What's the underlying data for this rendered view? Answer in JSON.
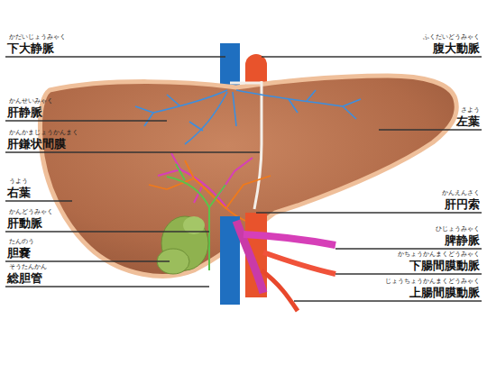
{
  "diagram": {
    "labels": [
      "かだいじょうみゃく",
      "下大静脈",
      "かんせいみゃく",
      "肝静脈",
      "かんかまじょうかんまく",
      "肝鎌状間膜",
      "うよう",
      "右葉",
      "かんどうみゃく",
      "肝動脈",
      "たんのう",
      "胆嚢",
      "そうたんかん",
      "総胆管",
      "ふくだいどうみゃく",
      "腹大動脈",
      "さよう",
      "左葉",
      "かんえんさく",
      "肝円索",
      "ひじょうみゃく",
      "脾静脈",
      "かちょうかんまくどうみゃく",
      "下腸間膜動脈",
      "じょうちょうかんまくどうみゃく",
      "上腸間膜動脈"
    ]
  }
}
